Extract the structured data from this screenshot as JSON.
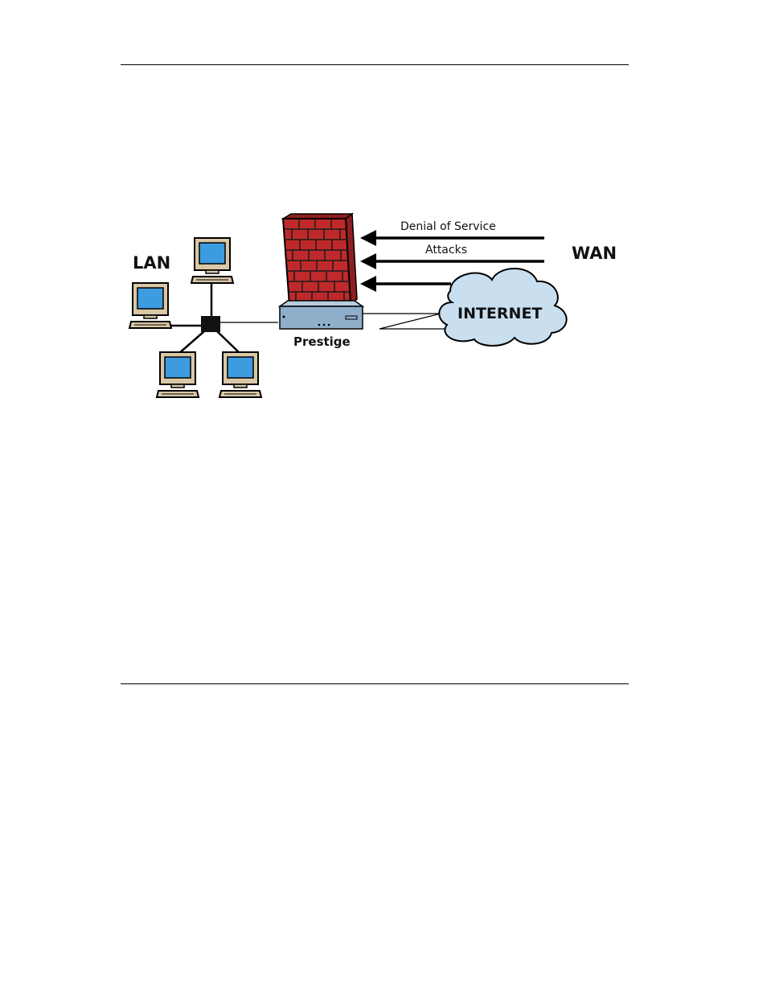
{
  "diagram": {
    "lan_label": "LAN",
    "wan_label": "WAN",
    "device_label": "Prestige",
    "internet_label": "INTERNET",
    "attack_line1": "Denial of Service",
    "attack_line2": "Attacks"
  },
  "colors": {
    "firewall": "#c0292b",
    "mortar": "#1a1a1a",
    "screen": "#3d9be0",
    "monitor_body": "#d9c7a6",
    "router": "#8eaec9",
    "cloud": "#c9dff0",
    "line": "#000000"
  },
  "icons": [
    "computer-icon",
    "hub-icon",
    "firewall-icon",
    "router-icon",
    "cloud-icon",
    "arrow-left-icon"
  ]
}
